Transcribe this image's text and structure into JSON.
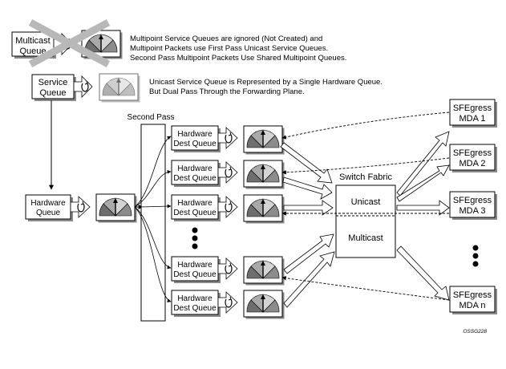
{
  "notes": {
    "multicast_line1": "Multipoint Service Queues are ignored (Not Created) and",
    "multicast_line2": "Multipoint Packets use First Pass Unicast Service Queues.",
    "multicast_line3": "Second Pass Multipoint Packets Use Shared Multipoint Queues.",
    "service_line1": "Unicast Service Queue is Represented by a Single Hardware Queue.",
    "service_line2": "But Dual Pass Through the Forwarding Plane."
  },
  "legend": {
    "multicast_queue_line1": "Multicast",
    "multicast_queue_line2": "Queue",
    "service_queue_line1": "Service",
    "service_queue_line2": "Queue"
  },
  "hardware_queue": {
    "line1": "Hardware",
    "line2": "Queue"
  },
  "second_pass": {
    "label": "Second Pass"
  },
  "dest_queues": [
    {
      "line1": "Hardware",
      "line2": "Dest Queue"
    },
    {
      "line1": "Hardware",
      "line2": "Dest Queue"
    },
    {
      "line1": "Hardware",
      "line2": "Dest Queue"
    },
    {
      "line1": "Hardware",
      "line2": "Dest Queue"
    },
    {
      "line1": "Hardware",
      "line2": "Dest Queue"
    }
  ],
  "switch_fabric": {
    "label": "Switch Fabric",
    "unicast": "Unicast",
    "multicast": "Multicast"
  },
  "mdas": [
    {
      "line1": "SFEgress",
      "line2": "MDA 1"
    },
    {
      "line1": "SFEgress",
      "line2": "MDA 2"
    },
    {
      "line1": "SFEgress",
      "line2": "MDA 3"
    },
    {
      "line1": "SFEgress",
      "line2": "MDA n"
    }
  ],
  "figure_id": "OSSG228",
  "colors": {
    "gauge_dark": "#6e6e6e",
    "gauge_mid": "#a9a9a9",
    "gauge_light": "#d4d4d4",
    "cross": "#b8b8b8",
    "shadow": "#8a8a8a"
  }
}
